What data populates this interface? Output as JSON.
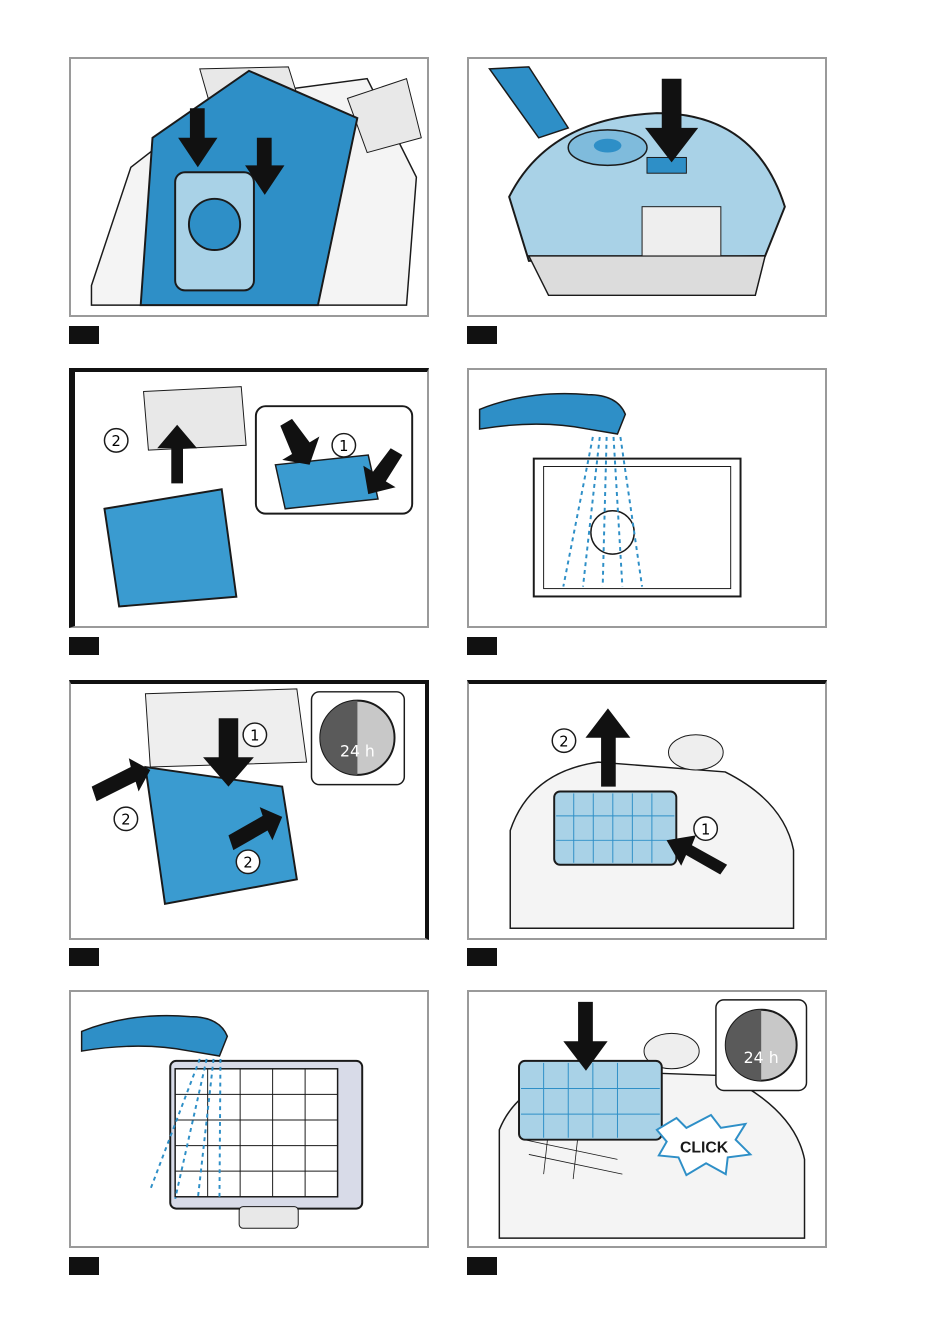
{
  "colors": {
    "accent_blue": "#2e8fc7",
    "light_blue": "#a9d2e7",
    "outline": "#1a1a1a",
    "frame_grey": "#9a9a9a",
    "step_tag": "#111111"
  },
  "panels": [
    {
      "id": "p1",
      "depicts": "dust-bag"
    },
    {
      "id": "p2",
      "depicts": "lid-release"
    },
    {
      "id": "p3",
      "depicts": "motor-filter-removal",
      "callouts": {
        "step_1": "1",
        "step_2": "2"
      }
    },
    {
      "id": "p4",
      "depicts": "rinse-motor-filter"
    },
    {
      "id": "p5",
      "depicts": "motor-filter-insert",
      "callouts": {
        "step_1": "1",
        "step_2a": "2",
        "step_2b": "2"
      },
      "dry_time": {
        "value": "24",
        "unit": "h"
      }
    },
    {
      "id": "p6",
      "depicts": "exhaust-filter-removal",
      "callouts": {
        "step_1": "1",
        "step_2": "2"
      }
    },
    {
      "id": "p7",
      "depicts": "rinse-exhaust-filter"
    },
    {
      "id": "p8",
      "depicts": "exhaust-filter-insert",
      "dry_time": {
        "value": "24",
        "unit": "h"
      },
      "click_label": "CLICK"
    }
  ]
}
